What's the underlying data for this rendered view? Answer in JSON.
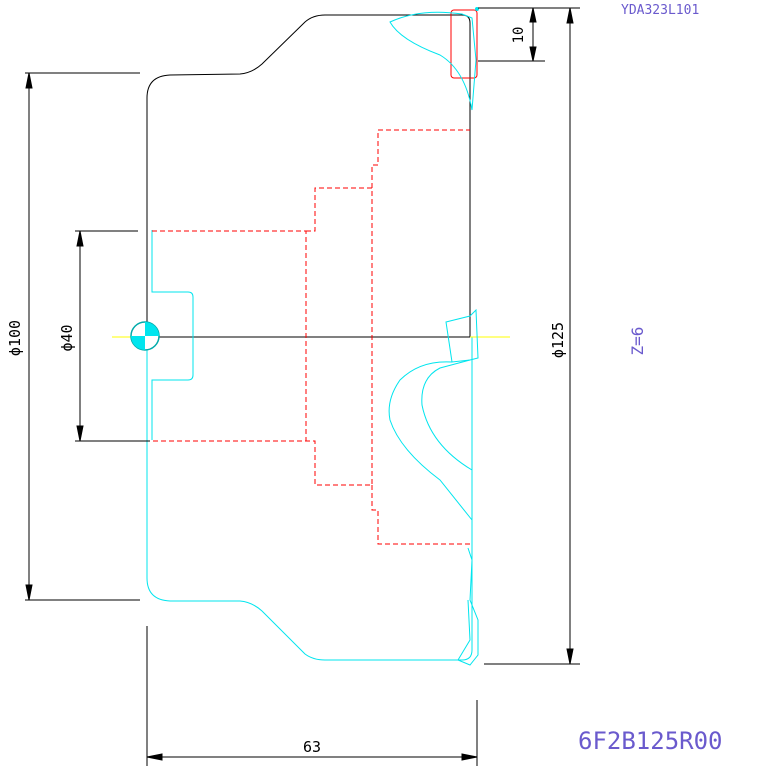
{
  "drawing": {
    "part_number": "YDA323L101",
    "model_code": "6F2B125R00",
    "teeth_label": "Z=6"
  },
  "dimensions": {
    "insert_height": "10",
    "bore_diameter": "ϕ40",
    "hub_diameter": "ϕ100",
    "cutter_diameter": "ϕ125",
    "overall_height": "63"
  },
  "colors": {
    "outline": "#000000",
    "hidden": "#ff0000",
    "cyan": "#00e5ee",
    "center": "#ffff00",
    "label": "#6a5acd"
  }
}
